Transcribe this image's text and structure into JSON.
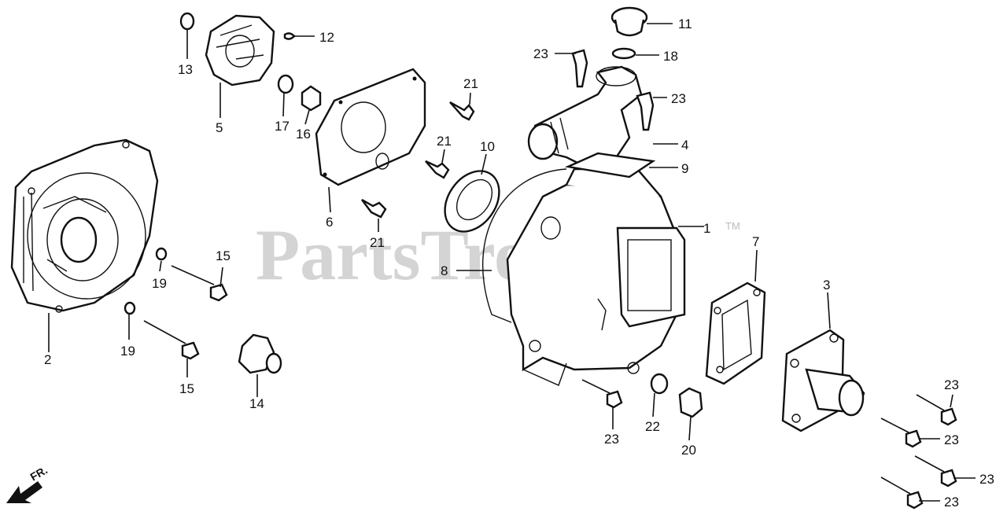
{
  "watermark": {
    "text": "PartsTree",
    "trademark": "TM"
  },
  "direction_label": "FR.",
  "callouts": {
    "p1": "1",
    "p2": "2",
    "p3": "3",
    "p4": "4",
    "p5": "5",
    "p6": "6",
    "p7": "7",
    "p8": "8",
    "p9": "9",
    "p10": "10",
    "p11": "11",
    "p12": "12",
    "p13": "13",
    "p14": "14",
    "p15a": "15",
    "p15b": "15",
    "p16": "16",
    "p17": "17",
    "p18": "18",
    "p19a": "19",
    "p19b": "19",
    "p20": "20",
    "p21a": "21",
    "p21b": "21",
    "p21c": "21",
    "p22": "22",
    "p23a": "23",
    "p23b": "23",
    "p23c": "23",
    "p23d": "23",
    "p23e": "23",
    "p23f": "23",
    "p23g": "23"
  }
}
